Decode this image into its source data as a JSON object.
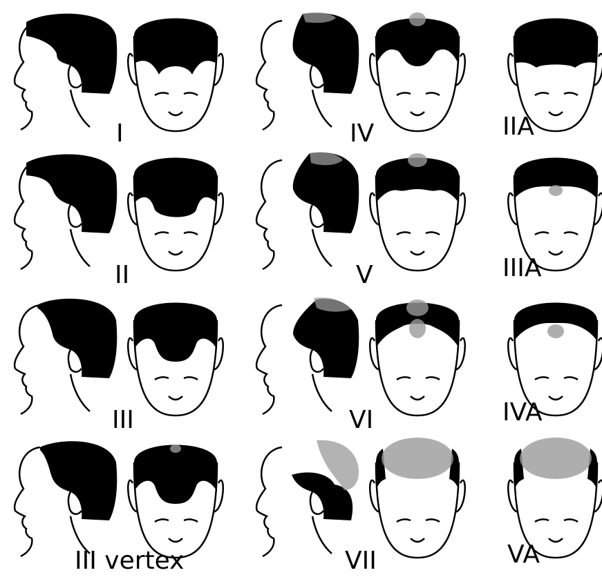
{
  "figure": {
    "labels": {
      "I": "I",
      "II": "II",
      "III": "III",
      "III_vertex": "III vertex",
      "IV": "IV",
      "V": "V",
      "VI": "VI",
      "VII": "VII",
      "IIA": "IIA",
      "IIIA": "IIIA",
      "IVA": "IVA",
      "VA": "VA"
    },
    "colors": {
      "hair": "#000000",
      "thinning": "#9a9a9a",
      "line": "#000000",
      "background": "#ffffff"
    }
  }
}
